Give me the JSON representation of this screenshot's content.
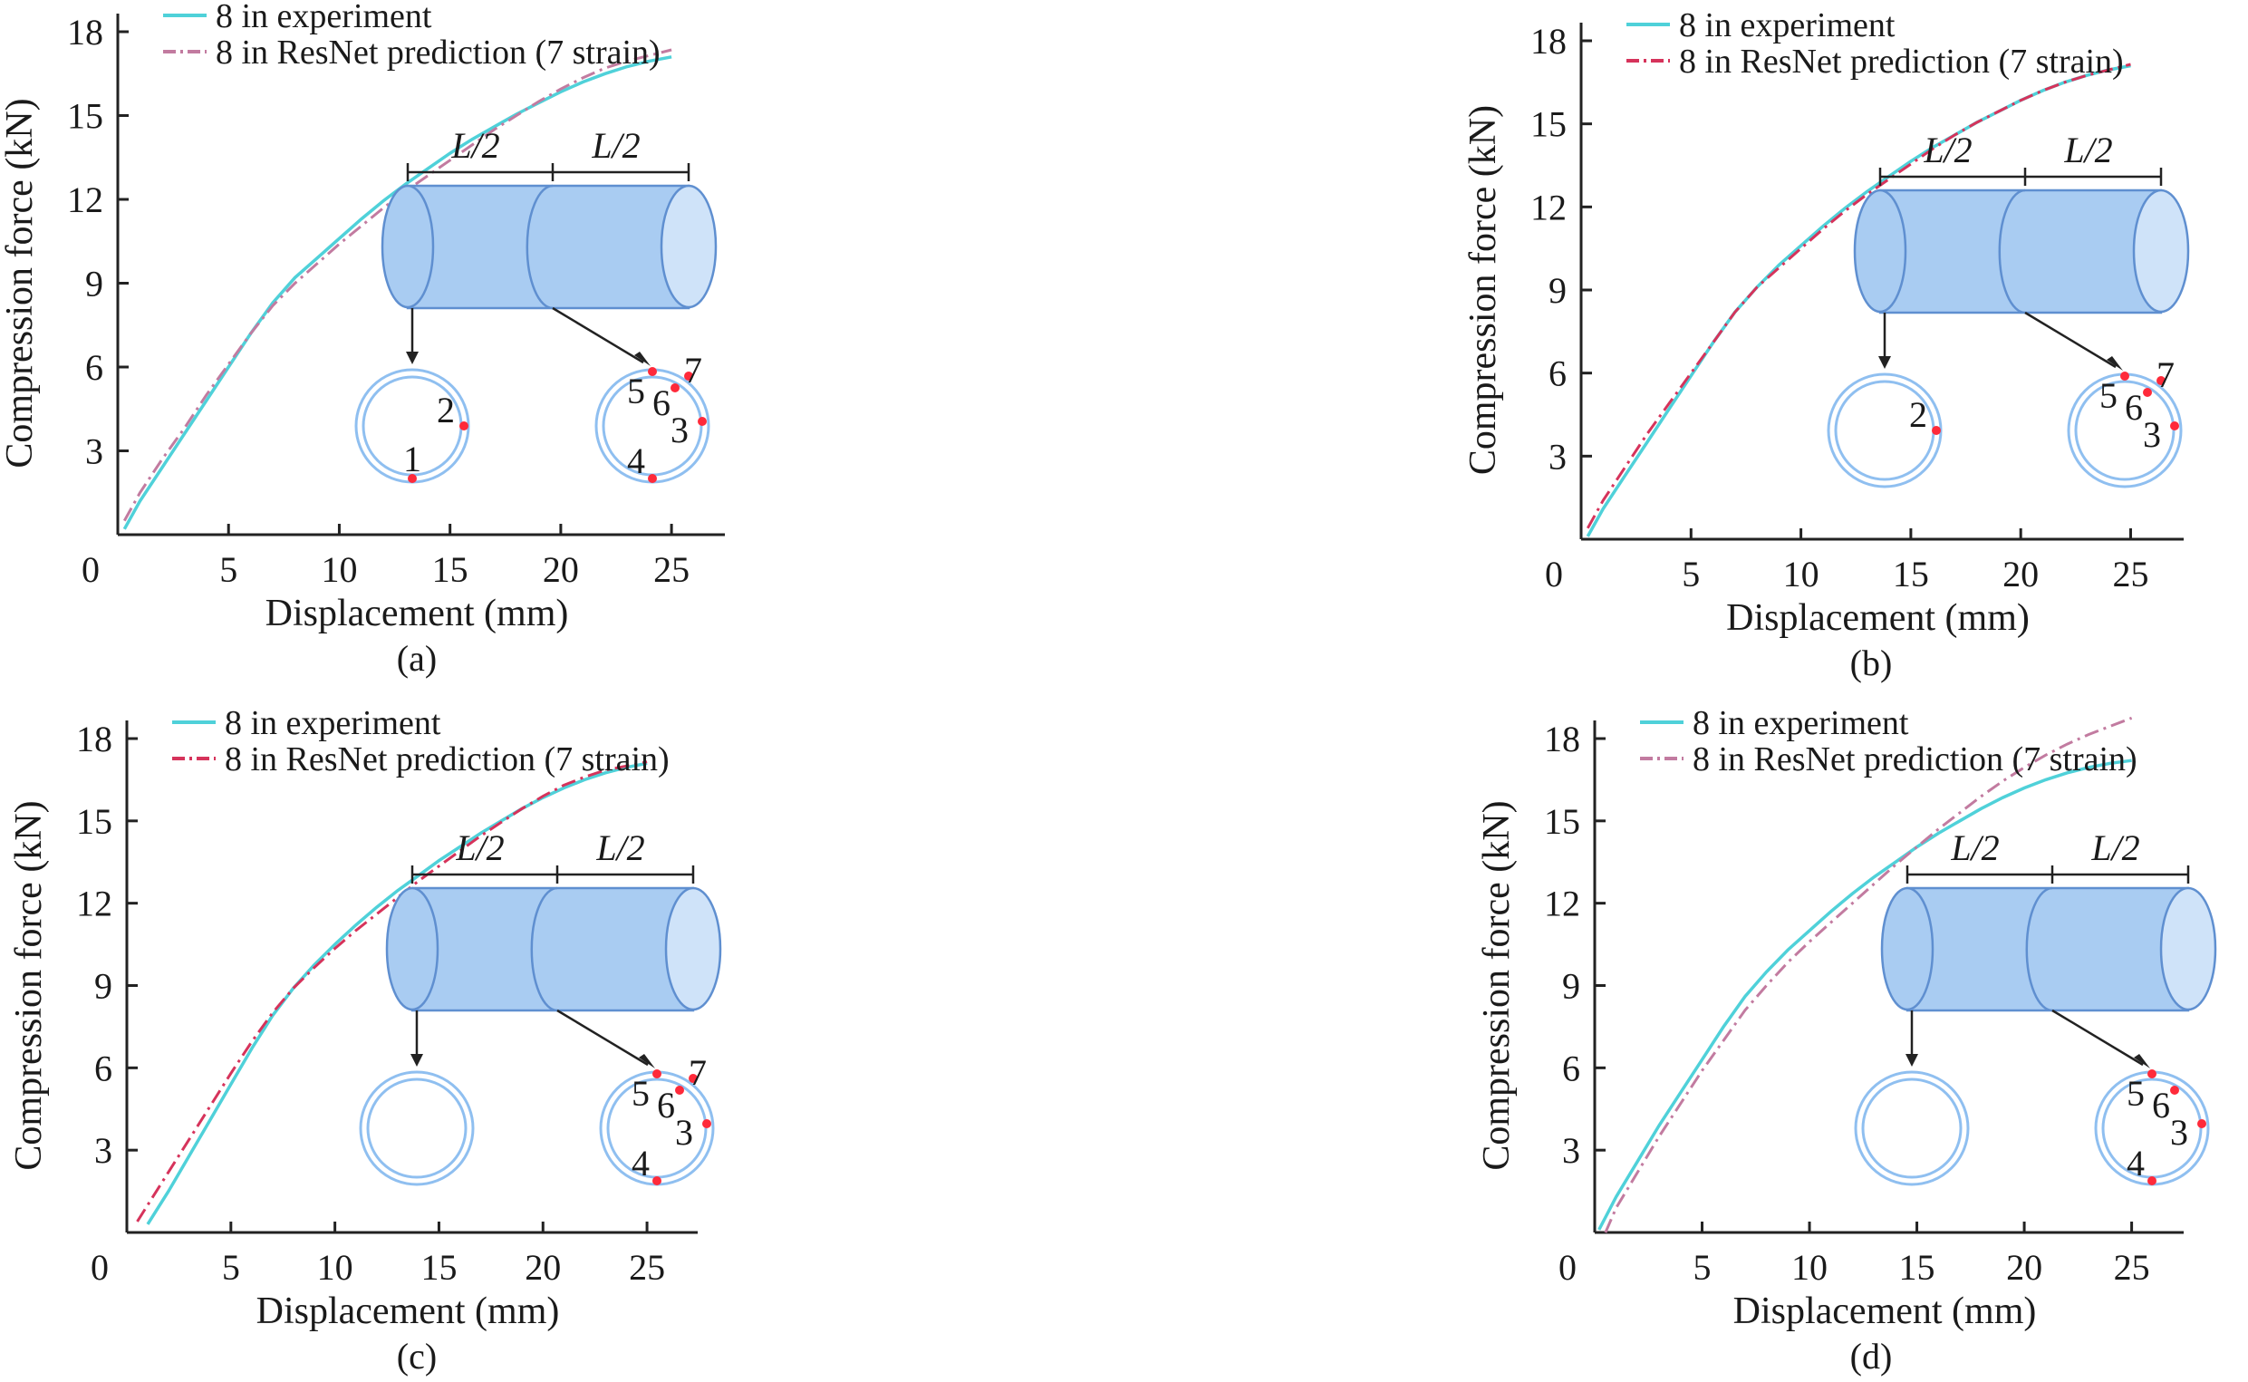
{
  "colors": {
    "experiment": "#4fd1d9",
    "prediction_a": "#c27ba0",
    "prediction_b": "#d6335b",
    "prediction_c": "#d6335b",
    "prediction_d": "#c27ba0",
    "label_red": "#e0202a",
    "cylinder_fill": "#a9ccf2",
    "cylinder_end": "#cfe3f9",
    "cylinder_stroke": "#5f8fd0",
    "ring": "#8fbff0",
    "dot": "#ff2a3a"
  },
  "chart_data": [
    {
      "type": "line",
      "panel_label": "(a)",
      "xlabel": "Displacement (mm)",
      "ylabel": "Compression force (kN)",
      "xlim": [
        0,
        27
      ],
      "ylim": [
        0,
        18
      ],
      "xticks": [
        0,
        5,
        10,
        15,
        20,
        25
      ],
      "yticks": [
        3,
        6,
        9,
        12,
        15,
        18
      ],
      "x_tick_labels": [
        "0",
        "5",
        "10",
        "15",
        "20",
        "25"
      ],
      "y_tick_labels": [
        "3",
        "6",
        "9",
        "12",
        "15",
        "18"
      ],
      "legend": [
        "8 in experiment",
        "8 in ResNet prediction (7 strain)"
      ],
      "series": [
        {
          "name": "8 in experiment",
          "x": [
            0.3,
            1,
            2,
            3,
            4,
            5,
            6,
            7,
            8,
            9,
            10,
            11,
            12,
            13,
            14,
            15,
            16,
            17,
            18,
            19,
            20,
            21,
            22,
            23,
            24,
            25
          ],
          "y": [
            0.2,
            1.2,
            2.4,
            3.6,
            4.8,
            6.0,
            7.2,
            8.3,
            9.2,
            9.9,
            10.6,
            11.3,
            11.95,
            12.55,
            13.1,
            13.65,
            14.15,
            14.6,
            15.05,
            15.45,
            15.85,
            16.2,
            16.5,
            16.75,
            16.95,
            17.1
          ]
        },
        {
          "name": "8 in ResNet prediction (7 strain)",
          "x": [
            0.3,
            1,
            2,
            3,
            4,
            5,
            6,
            7,
            8,
            9,
            10,
            11,
            12,
            13,
            14,
            15,
            16,
            17,
            18,
            19,
            20,
            21,
            22,
            23,
            24,
            25
          ],
          "y": [
            0.5,
            1.5,
            2.7,
            3.8,
            5.0,
            6.1,
            7.2,
            8.2,
            9.0,
            9.7,
            10.4,
            11.05,
            11.7,
            12.3,
            12.85,
            13.4,
            13.95,
            14.5,
            15.0,
            15.5,
            15.95,
            16.35,
            16.7,
            16.95,
            17.15,
            17.35
          ]
        }
      ],
      "sensor_labels": {
        "L": "L/2",
        "R": "L/2",
        "rings": [
          "1",
          "2",
          "5",
          "6",
          "7",
          "3",
          "4"
        ]
      }
    },
    {
      "type": "line",
      "panel_label": "(b)",
      "xlabel": "Displacement (mm)",
      "ylabel": "Compression force (kN)",
      "xlim": [
        0,
        27
      ],
      "ylim": [
        0,
        18
      ],
      "xticks": [
        0,
        5,
        10,
        15,
        20,
        25
      ],
      "yticks": [
        3,
        6,
        9,
        12,
        15,
        18
      ],
      "x_tick_labels": [
        "0",
        "5",
        "10",
        "15",
        "20",
        "25"
      ],
      "y_tick_labels": [
        "3",
        "6",
        "9",
        "12",
        "15",
        "18"
      ],
      "legend": [
        "8 in experiment",
        "8 in ResNet prediction (7 strain)"
      ],
      "series": [
        {
          "name": "8 in experiment",
          "x": [
            0.3,
            1,
            2,
            3,
            4,
            5,
            6,
            7,
            8,
            9,
            10,
            11,
            12,
            13,
            14,
            15,
            16,
            17,
            18,
            19,
            20,
            21,
            22,
            23,
            24,
            25
          ],
          "y": [
            0.1,
            1.1,
            2.3,
            3.5,
            4.7,
            5.9,
            7.1,
            8.2,
            9.1,
            9.9,
            10.6,
            11.3,
            11.95,
            12.55,
            13.1,
            13.65,
            14.15,
            14.6,
            15.05,
            15.45,
            15.85,
            16.2,
            16.5,
            16.75,
            16.95,
            17.1
          ]
        },
        {
          "name": "8 in ResNet prediction (7 strain)",
          "x": [
            0.3,
            1,
            2,
            3,
            4,
            5,
            6,
            7,
            8,
            9,
            10,
            11,
            12,
            13,
            14,
            15,
            16,
            17,
            18,
            19,
            20,
            21,
            22,
            23,
            24,
            25
          ],
          "y": [
            0.4,
            1.4,
            2.6,
            3.8,
            4.9,
            6.0,
            7.1,
            8.2,
            9.1,
            9.8,
            10.5,
            11.2,
            11.85,
            12.45,
            13.0,
            13.55,
            14.1,
            14.6,
            15.05,
            15.45,
            15.85,
            16.2,
            16.5,
            16.75,
            16.95,
            17.15
          ]
        }
      ],
      "sensor_labels": {
        "L": "L/2",
        "R": "L/2",
        "rings": [
          "2",
          "5",
          "6",
          "7",
          "3"
        ]
      }
    },
    {
      "type": "line",
      "panel_label": "(c)",
      "xlabel": "Displacement (mm)",
      "ylabel": "Compression force (kN)",
      "xlim": [
        0,
        27
      ],
      "ylim": [
        0,
        18
      ],
      "xticks": [
        0,
        5,
        10,
        15,
        20,
        25
      ],
      "yticks": [
        3,
        6,
        9,
        12,
        15,
        18
      ],
      "x_tick_labels": [
        "0",
        "5",
        "10",
        "15",
        "20",
        "25"
      ],
      "y_tick_labels": [
        "3",
        "6",
        "9",
        "12",
        "15",
        "18"
      ],
      "legend": [
        "8 in experiment",
        "8 in ResNet prediction (7 strain)"
      ],
      "series": [
        {
          "name": "8 in experiment",
          "x": [
            1,
            2,
            3,
            4,
            5,
            6,
            7,
            8,
            9,
            10,
            11,
            12,
            13,
            14,
            15,
            16,
            17,
            18,
            19,
            20,
            21,
            22,
            23,
            24,
            25
          ],
          "y": [
            0.3,
            1.5,
            2.8,
            4.1,
            5.4,
            6.7,
            7.9,
            8.9,
            9.75,
            10.5,
            11.2,
            11.85,
            12.45,
            13.0,
            13.55,
            14.05,
            14.55,
            15.0,
            15.45,
            15.85,
            16.2,
            16.5,
            16.75,
            16.95,
            17.1
          ]
        },
        {
          "name": "8 in ResNet prediction (7 strain)",
          "x": [
            0.5,
            1,
            2,
            3,
            4,
            5,
            6,
            7,
            8,
            9,
            10,
            11,
            12,
            13,
            14,
            15,
            16,
            17,
            18,
            19,
            20,
            21,
            22,
            23,
            24,
            25
          ],
          "y": [
            0.4,
            1.0,
            2.2,
            3.4,
            4.6,
            5.8,
            6.95,
            8.0,
            8.9,
            9.65,
            10.35,
            11.0,
            11.6,
            12.2,
            12.8,
            13.35,
            13.9,
            14.45,
            14.95,
            15.45,
            15.9,
            16.3,
            16.6,
            16.85,
            17.0,
            17.15
          ]
        }
      ],
      "sensor_labels": {
        "L": "L/2",
        "R": "L/2",
        "rings": [
          "5",
          "6",
          "7",
          "3",
          "4"
        ]
      }
    },
    {
      "type": "line",
      "panel_label": "(d)",
      "xlabel": "Displacement (mm)",
      "ylabel": "Compression force (kN)",
      "xlim": [
        0,
        27
      ],
      "ylim": [
        0,
        18
      ],
      "xticks": [
        0,
        5,
        10,
        15,
        20,
        25
      ],
      "yticks": [
        3,
        6,
        9,
        12,
        15,
        18
      ],
      "x_tick_labels": [
        "0",
        "5",
        "10",
        "15",
        "20",
        "25"
      ],
      "y_tick_labels": [
        "3",
        "6",
        "9",
        "12",
        "15",
        "18"
      ],
      "legend": [
        "8 in experiment",
        "8 in ResNet prediction (7 strain)"
      ],
      "series": [
        {
          "name": "8 in experiment",
          "x": [
            0.2,
            1,
            2,
            3,
            4,
            5,
            6,
            7,
            8,
            9,
            10,
            11,
            12,
            13,
            14,
            15,
            16,
            17,
            18,
            19,
            20,
            21,
            22,
            23,
            24,
            25
          ],
          "y": [
            0.1,
            1.3,
            2.6,
            3.9,
            5.1,
            6.3,
            7.5,
            8.6,
            9.5,
            10.3,
            11.0,
            11.7,
            12.35,
            12.95,
            13.5,
            14.05,
            14.55,
            15.0,
            15.45,
            15.85,
            16.2,
            16.5,
            16.75,
            16.95,
            17.1,
            17.2
          ]
        },
        {
          "name": "8 in ResNet prediction (7 strain)",
          "x": [
            0.5,
            1,
            2,
            3,
            4,
            5,
            6,
            7,
            8,
            9,
            10,
            11,
            12,
            13,
            14,
            15,
            16,
            17,
            18,
            19,
            20,
            21,
            22,
            23,
            24,
            25
          ],
          "y": [
            0.0,
            0.9,
            2.2,
            3.5,
            4.7,
            5.9,
            7.0,
            8.1,
            9.0,
            9.85,
            10.6,
            11.3,
            12.0,
            12.7,
            13.4,
            14.05,
            14.7,
            15.3,
            15.9,
            16.45,
            16.95,
            17.4,
            17.8,
            18.15,
            18.45,
            18.75
          ]
        }
      ],
      "sensor_labels": {
        "L": "L/2",
        "R": "L/2",
        "rings": [
          "5",
          "6",
          "3",
          "4"
        ]
      }
    }
  ]
}
